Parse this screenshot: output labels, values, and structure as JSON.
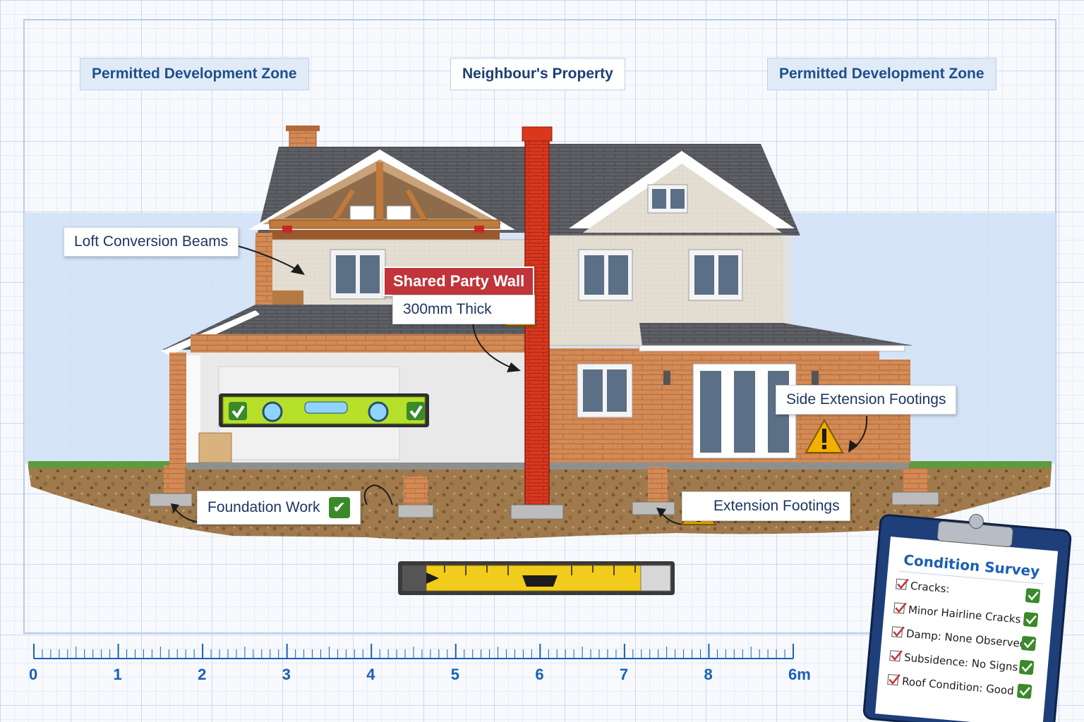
{
  "zones": {
    "left": "Permitted Development Zone",
    "center": "Neighbour's Property",
    "right": "Permitted Development Zone"
  },
  "callouts": {
    "loft": "Loft Conversion Beams",
    "party_wall": "Shared Party Wall",
    "party_wall_thickness": "300mm Thick",
    "side_footings": "Side Extension Footings",
    "foundation": "Foundation Work",
    "extension_footings": "Extension Footings"
  },
  "scale_bar": {
    "ticks": [
      "0",
      "1",
      "2",
      "3",
      "4",
      "5",
      "6",
      "7",
      "8",
      "6m"
    ]
  },
  "survey": {
    "title": "Condition Survey",
    "items": [
      "Cracks:",
      "Minor Hairline Cracks",
      "Damp: None Observed",
      "Subsidence: No Signs",
      "Roof Condition: Good"
    ]
  },
  "colors": {
    "blueprint_grid": "#c8d8f0",
    "sky_band": "#cfe1f5",
    "party_wall": "#d9381e",
    "brick": "#d38a55",
    "roof": "#5e6066",
    "render": "#e3ddd2",
    "ok_green": "#3a8a2a",
    "warning_yellow": "#f4b000",
    "scale_blue": "#1a5fb4"
  }
}
